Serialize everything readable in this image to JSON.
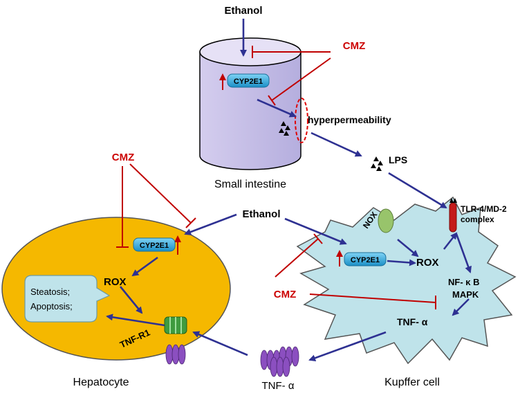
{
  "labels": {
    "ethanol_top": "Ethanol",
    "ethanol_mid": "Ethanol",
    "cmz_top": "CMZ",
    "cmz_left": "CMZ",
    "cmz_bottom": "CMZ",
    "hyperpermeability": "hyperpermeability",
    "lps": "LPS",
    "small_intestine": "Small intestine",
    "tlr_line1": "TLR-4/MD-2",
    "tlr_line2": "complex",
    "nox": "NOX",
    "rox_kupffer": "ROX",
    "rox_hepatocyte": "ROX",
    "nfkb": "NF- κ B",
    "mapk": "MAPK",
    "tnf_alpha_kupffer": "TNF- α",
    "tnf_alpha_bottom": "TNF- α",
    "tnf_r1": "TNF-R1",
    "steatosis": "Steatosis;",
    "apoptosis": "Apoptosis;",
    "hepatocyte": "Hepatocyte",
    "kupffer_cell": "Kupffer cell",
    "cyp2e1_intestine": "CYP2E1",
    "cyp2e1_hepatocyte": "CYP2E1",
    "cyp2e1_kupffer": "CYP2E1"
  },
  "colors": {
    "arrow_blue": "#2e3192",
    "inhibit_red": "#c00000",
    "hepatocyte_fill": "#f5b800",
    "kupffer_fill": "#bfe3ea",
    "intestine_fill": "#d9d3ee",
    "cyp_fill": "#29a8e0"
  }
}
